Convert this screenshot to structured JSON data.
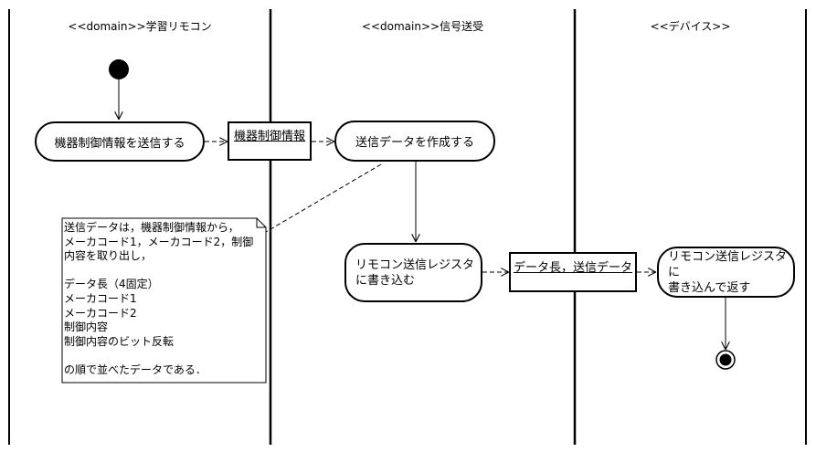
{
  "swimlanes": [
    {
      "title": "<<domain>>学習リモコン"
    },
    {
      "title": "<<domain>>信号送受"
    },
    {
      "title": "<<デバイス>>"
    }
  ],
  "actions": {
    "send_device_info": "機器制御情報を送信する",
    "create_send_data": "送信データを作成する",
    "write_register": "リモコン送信レジスタ\nに書き込む",
    "write_and_return": "リモコン送信レジスタに\n書き込んで返す"
  },
  "objects": {
    "device_control_info": "機器制御情報",
    "data_length_send_data": "データ長，送信データ"
  },
  "note": {
    "text": "送信データは，機器制御情報から，\nメーカコード1，メーカコード2，制御\n内容を取り出し，\n\nデータ長（4固定）\nメーカコード1\nメーカコード2\n制御内容\n制御内容のビット反転\n\nの順で並べたデータである．"
  }
}
